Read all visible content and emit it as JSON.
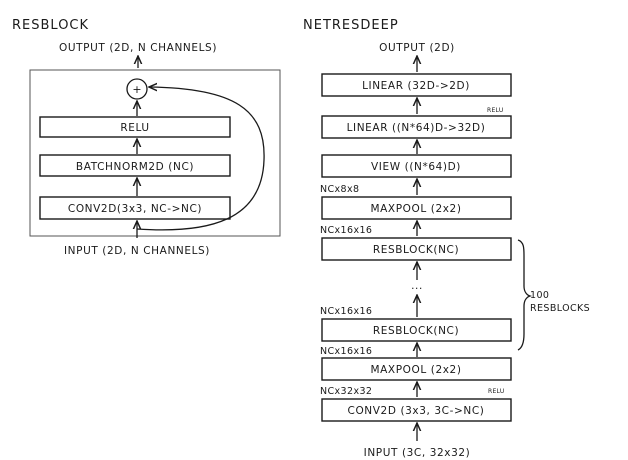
{
  "resblock": {
    "title": "RESBLOCK",
    "output": "OUTPUT (2D, N CHANNELS)",
    "input": "INPUT (2D, N CHANNELS)",
    "add_symbol": "+",
    "layers": [
      "RELU",
      "BATCHNORM2D (NC)",
      "CONV2D(3x3, NC->NC)"
    ]
  },
  "net": {
    "title": "NETRESDEEP",
    "output": "OUTPUT (2D)",
    "input": "INPUT (3C, 32x32)",
    "layers": [
      "LINEAR (32D->2D)",
      "LINEAR ((N*64)D->32D)",
      "VIEW ((N*64)D)",
      "MAXPOOL (2x2)",
      "RESBLOCK(NC)",
      "RESBLOCK(NC)",
      "MAXPOOL (2x2)",
      "CONV2D (3x3, 3C->NC)"
    ],
    "relu_tags": [
      "RELU",
      "RELU"
    ],
    "shapes": [
      "NCx8x8",
      "NCx16x16",
      "NCx16x16",
      "NCx16x16",
      "NCx32x32"
    ],
    "ellipsis": "...",
    "brace_label": [
      "100",
      "RESBLOCKS"
    ]
  }
}
